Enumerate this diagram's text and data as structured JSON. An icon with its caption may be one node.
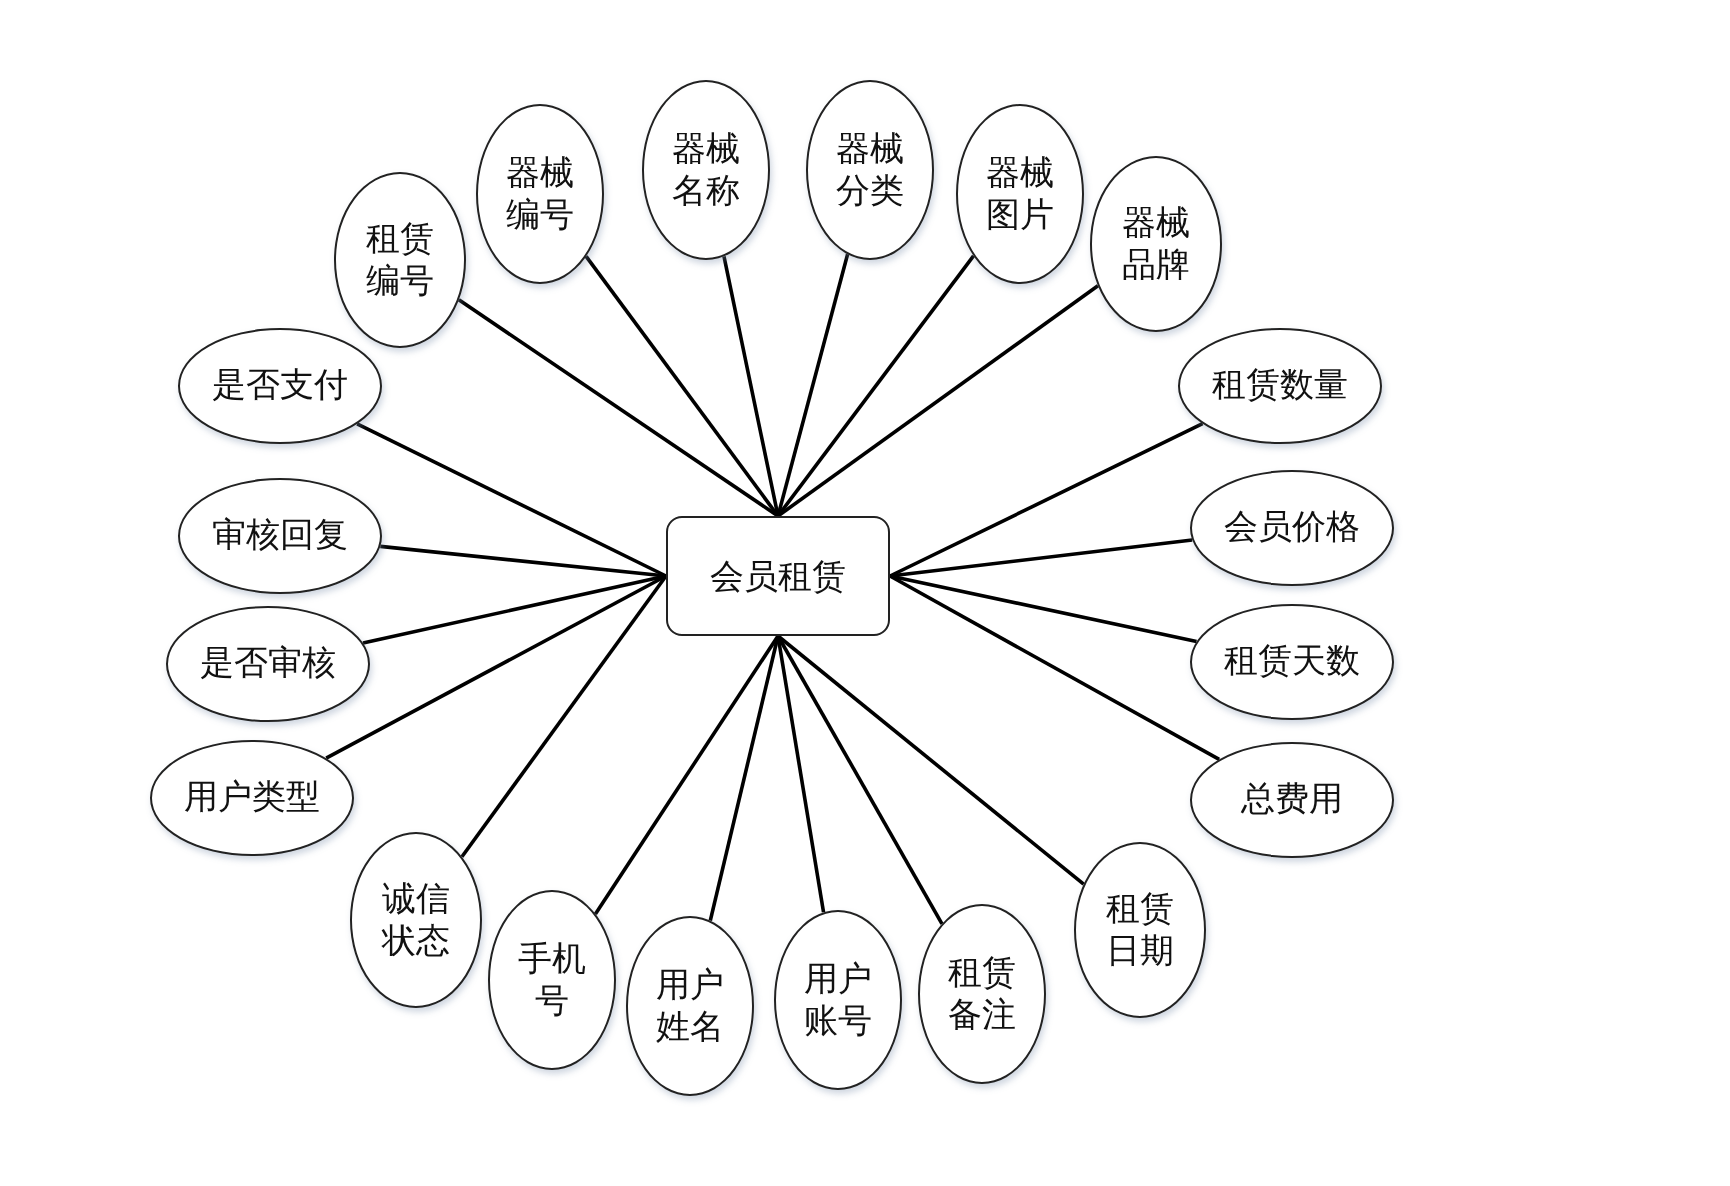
{
  "diagram": {
    "nodes": [
      {
        "text": [
          "会员租赁"
        ]
      },
      {
        "text": [
          "租赁编号"
        ]
      },
      {
        "text": [
          "器械编号"
        ]
      },
      {
        "text": [
          "器械名称"
        ]
      },
      {
        "text": [
          "器械分类"
        ]
      },
      {
        "text": [
          "器械图片"
        ]
      },
      {
        "text": [
          "器械品牌"
        ]
      },
      {
        "text": [
          "租赁数量"
        ]
      },
      {
        "text": [
          "会员价格"
        ]
      },
      {
        "text": [
          "租赁天数"
        ]
      },
      {
        "text": [
          "总费用"
        ]
      },
      {
        "text": [
          "租赁日期"
        ]
      },
      {
        "text": [
          "租赁备注"
        ]
      },
      {
        "text": [
          "用户账号"
        ]
      },
      {
        "text": [
          "用户姓名"
        ]
      },
      {
        "text": [
          "手机号"
        ]
      },
      {
        "text": [
          "诚信状态"
        ]
      },
      {
        "text": [
          "用户类型"
        ]
      },
      {
        "text": [
          "是否审核"
        ]
      },
      {
        "text": [
          "审核回复"
        ]
      },
      {
        "text": [
          "是否支付"
        ]
      }
    ],
    "edges": [
      {
        "from": 0,
        "to": 1,
        "arrow": "none"
      },
      {
        "from": 0,
        "to": 2,
        "arrow": "none"
      },
      {
        "from": 0,
        "to": 3,
        "arrow": "none"
      },
      {
        "from": 0,
        "to": 4,
        "arrow": "none"
      },
      {
        "from": 0,
        "to": 5,
        "arrow": "none"
      },
      {
        "from": 0,
        "to": 6,
        "arrow": "none"
      },
      {
        "from": 0,
        "to": 7,
        "arrow": "none"
      },
      {
        "from": 0,
        "to": 8,
        "arrow": "none"
      },
      {
        "from": 0,
        "to": 9,
        "arrow": "none"
      },
      {
        "from": 0,
        "to": 10,
        "arrow": "none"
      },
      {
        "from": 0,
        "to": 11,
        "arrow": "none"
      },
      {
        "from": 0,
        "to": 12,
        "arrow": "none"
      },
      {
        "from": 0,
        "to": 13,
        "arrow": "none"
      },
      {
        "from": 0,
        "to": 14,
        "arrow": "none"
      },
      {
        "from": 0,
        "to": 15,
        "arrow": "none"
      },
      {
        "from": 0,
        "to": 16,
        "arrow": "none"
      },
      {
        "from": 0,
        "to": 17,
        "arrow": "none"
      },
      {
        "from": 0,
        "to": 18,
        "arrow": "none"
      },
      {
        "from": 0,
        "to": 19,
        "arrow": "none"
      },
      {
        "from": 0,
        "to": 20,
        "arrow": "none"
      }
    ]
  }
}
